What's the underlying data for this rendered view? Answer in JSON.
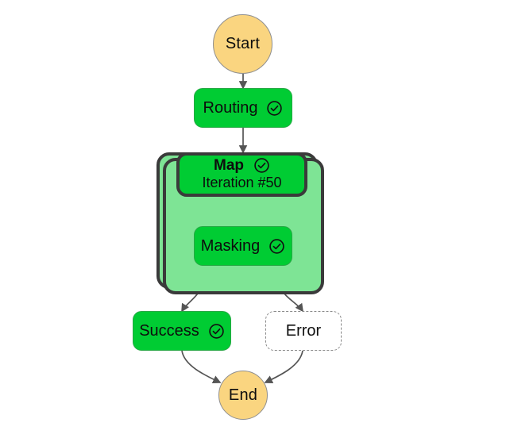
{
  "diagram": {
    "type": "flowchart",
    "background": "#ffffff",
    "palette": {
      "terminal_fill": "#fad580",
      "terminal_stroke": "#8f8f8f",
      "step_fill": "#00cc33",
      "step_stroke": "#26a844",
      "container_fill": "#7ee495",
      "container_stroke": "#3a3a3a",
      "ghost_fill": "#ffffff",
      "ghost_stroke": "#8a8a8a",
      "edge_stroke": "#555555",
      "text": "#0d0d0d"
    },
    "nodes": {
      "start": {
        "label": "Start",
        "shape": "circle",
        "status": "none"
      },
      "routing": {
        "label": "Routing",
        "shape": "rounded-rect",
        "status": "complete",
        "icon": "check-circle-icon"
      },
      "map": {
        "title": "Map",
        "subtitle": "Iteration #50",
        "shape": "container",
        "status": "complete",
        "icon": "check-circle-icon"
      },
      "masking": {
        "label": "Masking",
        "shape": "rounded-rect",
        "status": "complete",
        "icon": "check-circle-icon"
      },
      "success": {
        "label": "Success",
        "shape": "rounded-rect",
        "status": "complete",
        "icon": "check-circle-icon"
      },
      "error": {
        "label": "Error",
        "shape": "rounded-rect-dashed",
        "status": "inactive"
      },
      "end": {
        "label": "End",
        "shape": "circle",
        "status": "none"
      }
    },
    "edges": [
      {
        "from": "start",
        "to": "routing",
        "style": "straight"
      },
      {
        "from": "routing",
        "to": "map",
        "style": "straight"
      },
      {
        "from": "map",
        "to": "masking",
        "style": "straight"
      },
      {
        "from": "map",
        "to": "success",
        "style": "curved"
      },
      {
        "from": "map",
        "to": "error",
        "style": "curved"
      },
      {
        "from": "success",
        "to": "end",
        "style": "curved"
      },
      {
        "from": "error",
        "to": "end",
        "style": "curved"
      }
    ]
  }
}
